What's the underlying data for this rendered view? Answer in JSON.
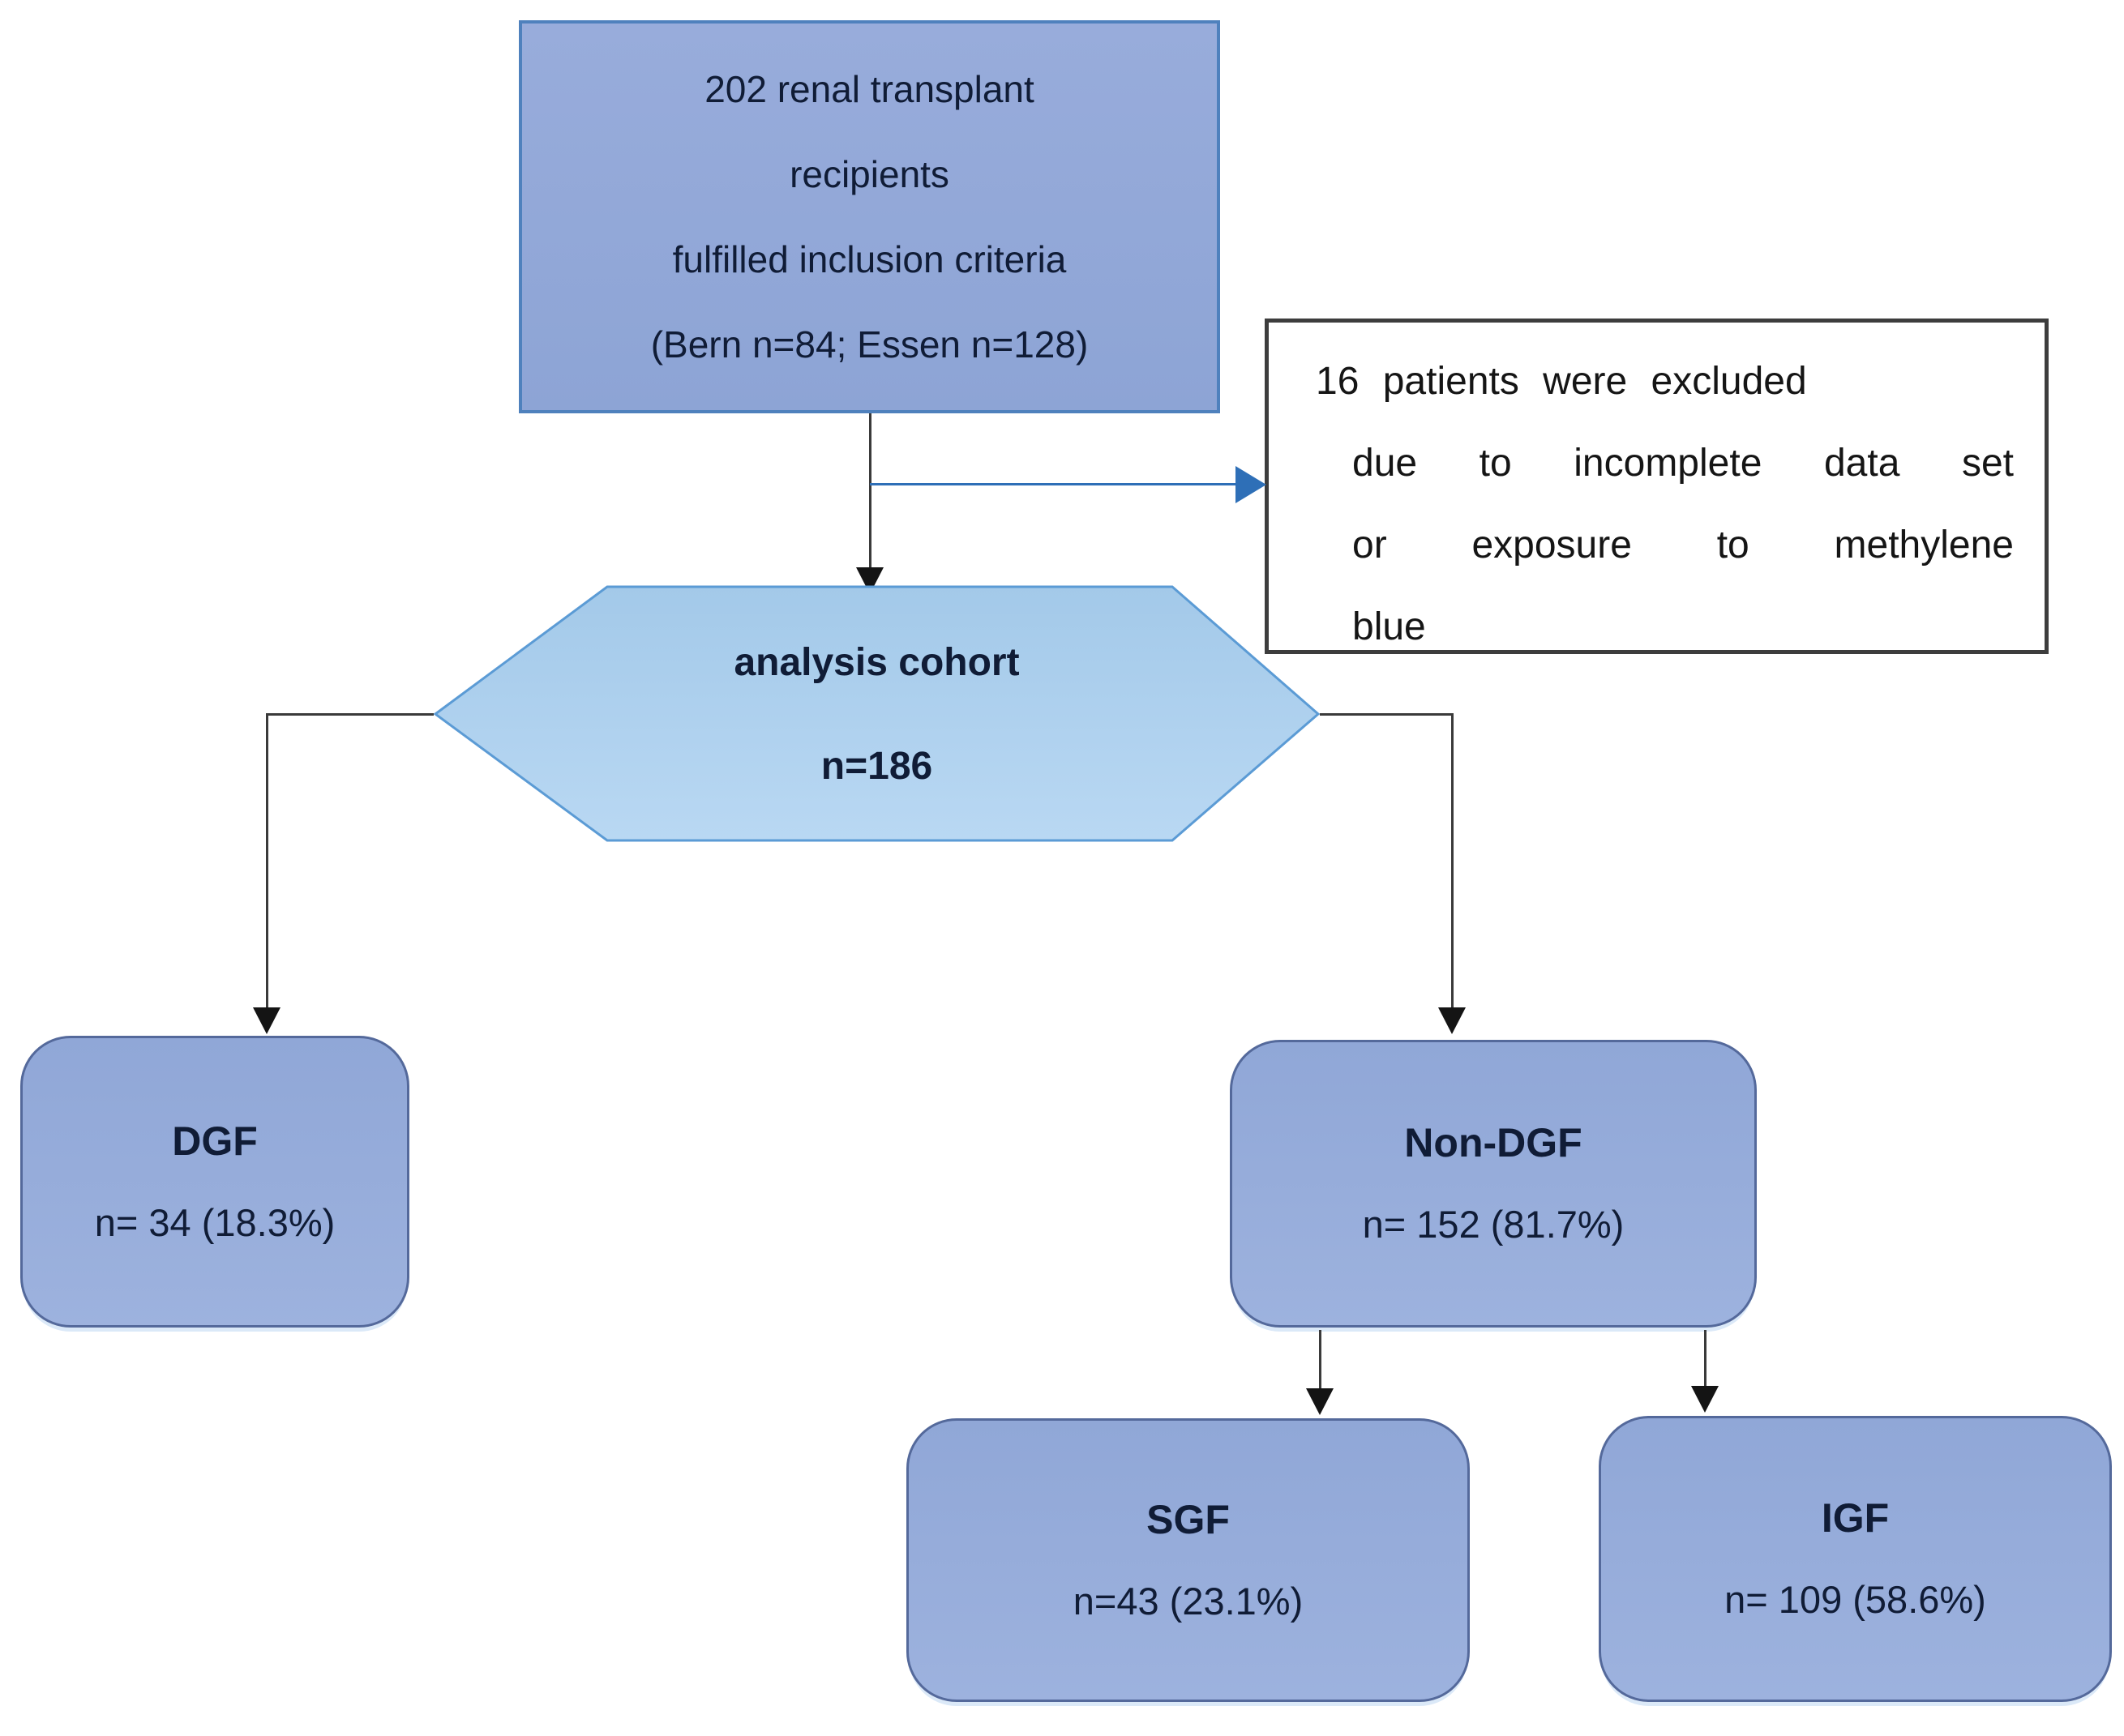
{
  "colors": {
    "canvas_bg": "#ffffff",
    "source_fill_top": "#98acdb",
    "source_fill_bottom": "#8da4d5",
    "source_border": "#4f81bd",
    "node_fill": "#90a7d7",
    "node_fill_light": "#9db2de",
    "node_border": "#54699b",
    "hex_fill_top": "#a3c9e9",
    "hex_fill_bottom": "#b9d8f3",
    "hex_border": "#5b9bd5",
    "excluded_bg": "#ffffff",
    "excluded_border": "#3d3d3d",
    "excluded_text": "#151515",
    "text_dark": "#101c36",
    "line": "#3a3a3a",
    "arrowhead": "#141414",
    "exclude_arrow": "#2e6fb7"
  },
  "nodes": {
    "source": {
      "lines": [
        "202 renal transplant",
        "recipients",
        "fulfilled inclusion criteria",
        "(Bern n=84; Essen n=128)"
      ]
    },
    "excluded": {
      "lines": [
        "16 patients were excluded",
        "due to incomplete data set",
        "or exposure to methylene",
        "blue"
      ]
    },
    "cohort": {
      "title": "analysis cohort",
      "value": "n=186"
    },
    "dgf": {
      "title": "DGF",
      "value": "n= 34 (18.3%)"
    },
    "non_dgf": {
      "title": "Non-DGF",
      "value": "n= 152 (81.7%)"
    },
    "sgf": {
      "title": "SGF",
      "value": "n=43 (23.1%)"
    },
    "igf": {
      "title": "IGF",
      "value": "n= 109 (58.6%)"
    }
  }
}
